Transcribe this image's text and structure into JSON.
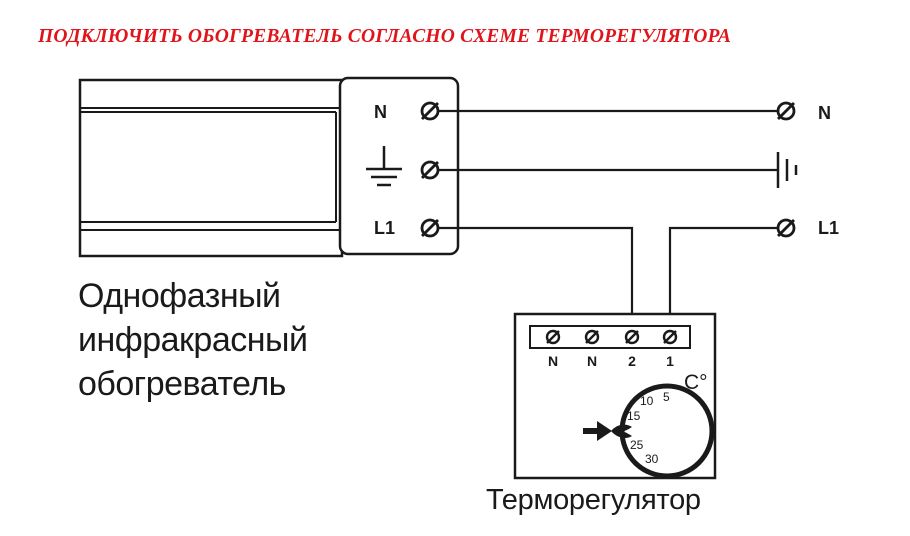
{
  "title": "ПОДКЛЮЧИТЬ ОБОГРЕВАТЕЛЬ СОГЛАСНО СХЕМЕ ТЕРМОРЕГУЛЯТОРА",
  "heater": {
    "caption_lines": [
      "Однофазный",
      "инфракрасный",
      "обогреватель"
    ],
    "terminals": [
      "N",
      "L1"
    ]
  },
  "supply": {
    "terminals": [
      "N",
      "L1"
    ]
  },
  "thermostat": {
    "caption": "Терморегулятор",
    "terminals": [
      "N",
      "N",
      "2",
      "1"
    ],
    "unit": "C°",
    "dial_marks": [
      "10",
      "5",
      "15",
      "25",
      "30"
    ]
  },
  "colors": {
    "title": "#e0141b",
    "line": "#1a1a1a"
  }
}
